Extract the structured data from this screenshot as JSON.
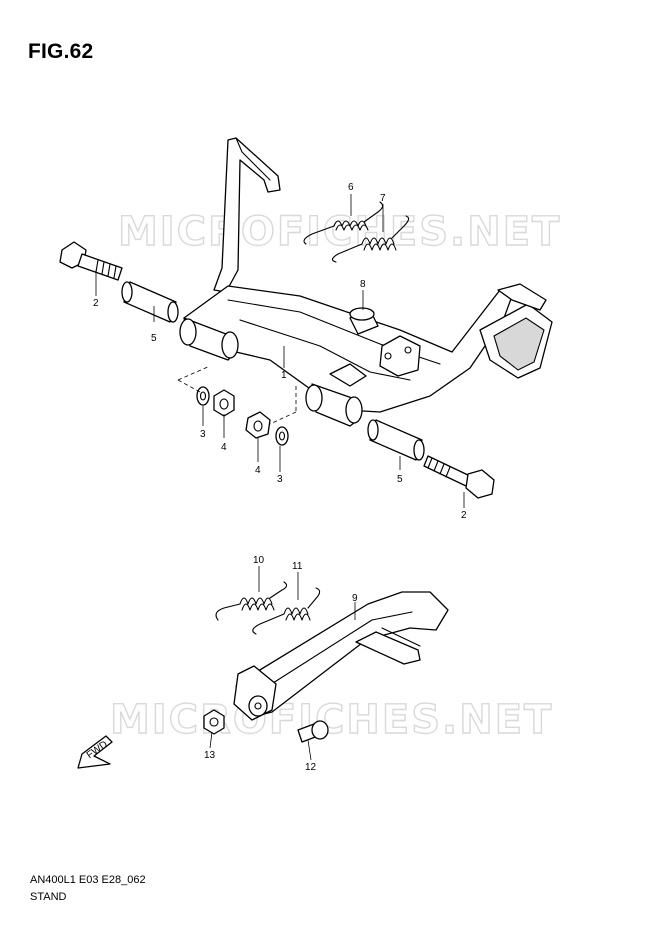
{
  "figure": {
    "title": "FIG.62"
  },
  "watermark": {
    "text": "MICROFICHES.NET"
  },
  "footer": {
    "code": "AN400L1 E03 E28_062",
    "name": "STAND"
  },
  "direction_marker": {
    "text": "FWD"
  },
  "callouts": {
    "c1": "1",
    "c2a": "2",
    "c2b": "2",
    "c3a": "3",
    "c3b": "3",
    "c4a": "4",
    "c4b": "4",
    "c5a": "5",
    "c5b": "5",
    "c6": "6",
    "c7": "7",
    "c8": "8",
    "c9": "9",
    "c10": "10",
    "c11": "11",
    "c12": "12",
    "c13": "13"
  }
}
